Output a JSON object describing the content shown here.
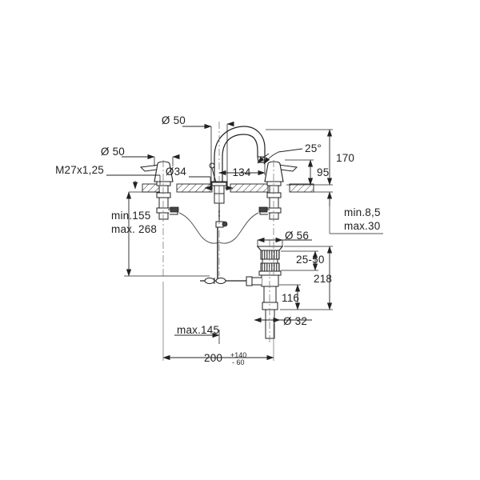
{
  "drawing": {
    "title": "Three-hole basin mixer installation dimension drawing",
    "background_color": "#ffffff",
    "line_color": "#222222",
    "hatch_color": "#333333",
    "centerline_color": "#6d6d6d",
    "units": "mm",
    "projection": "front elevation / section"
  },
  "labels": {
    "thread_spec": "M27x1,25",
    "dia_left_handle": "Ø 50",
    "dia_spout_base": "Ø 50",
    "dia_center_hole": "Ø34",
    "spout_reach": "134",
    "spout_angle": "25°",
    "height_total": "170",
    "height_handle": "95",
    "deck_thickness_min": "min.8,5",
    "deck_thickness_max": "max.30",
    "tail_min": "min.155",
    "tail_max": "max. 268",
    "dia_pop_up_flange": "Ø 56",
    "drain_adjust_range": "25-50",
    "drain_height_total": "218",
    "drain_height_lower": "116",
    "dia_drain_tail": "Ø 32",
    "lift_rod_max": "max.145",
    "base_dim_value": "200",
    "base_dim_tol_plus": "+140",
    "base_dim_tol_minus": "- 60"
  }
}
